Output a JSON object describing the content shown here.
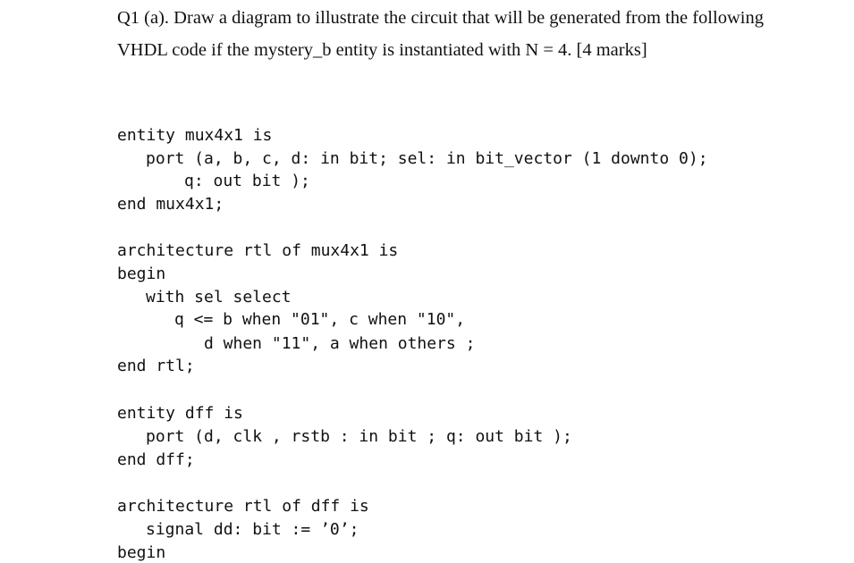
{
  "question": {
    "line1": "Q1 (a). Draw a diagram to illustrate the circuit that will be generated from the following",
    "line2": "VHDL code if the mystery_b entity is instantiated with N = 4. [4 marks]"
  },
  "code": [
    "entity mux4x1 is",
    "port (a, b, c, d: in bit; sel: in bit_vector (1 downto 0);",
    "q: out bit );",
    "end mux4x1;",
    "architecture rtl of mux4x1 is",
    "begin",
    "with sel select",
    "q <= b when \"01\", c when \"10\",",
    "d when \"11\", a when others ;",
    "end rtl;",
    "entity dff is",
    "port (d, clk , rstb : in bit ; q: out bit );",
    "end dff;",
    "architecture rtl of dff is",
    "signal dd: bit := ’0’;",
    "begin"
  ]
}
